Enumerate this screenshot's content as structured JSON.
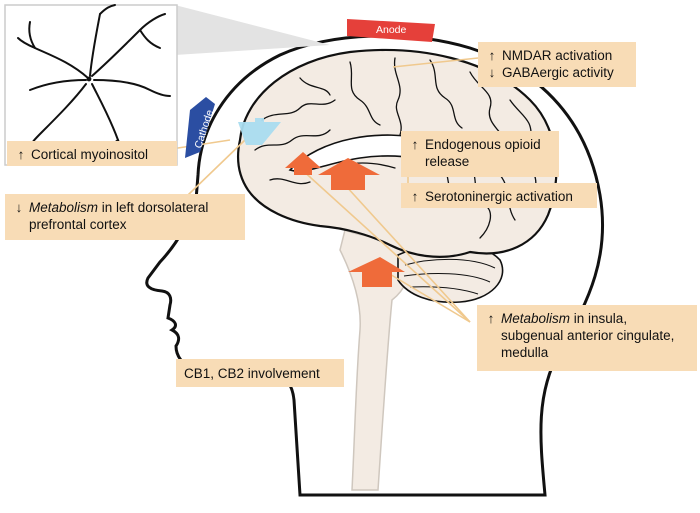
{
  "electrodes": {
    "anode": "Anode",
    "cathode": "Cathode"
  },
  "labels": {
    "nmdar": "NMDAR activation",
    "gaba": "GABAergic activity",
    "opioid_1": "Endogenous opioid",
    "opioid_2": "release",
    "serotonin": "Serotoninergic activation",
    "myoinositol": "Cortical myoinositol",
    "dlpfc_italic": "Metabolism",
    "dlpfc_rest": " in left dorsolateral",
    "dlpfc_2": "prefrontal cortex",
    "insula_italic": "Metabolism",
    "insula_rest": " in insula,",
    "insula_2": "subgenual anterior cingulate,",
    "insula_3": "medulla",
    "cb": "CB1, CB2 involvement"
  },
  "arrows": {
    "up": "↑",
    "down": "↓"
  },
  "colors": {
    "label_box": "#f8dcb6",
    "anode": "#e5403a",
    "cathode": "#2b4ea2",
    "up_arrow": "#ef6b3a",
    "down_arrow": "#a9dcef",
    "brain": "#f3ebe3",
    "connector": "#f0c98e"
  }
}
